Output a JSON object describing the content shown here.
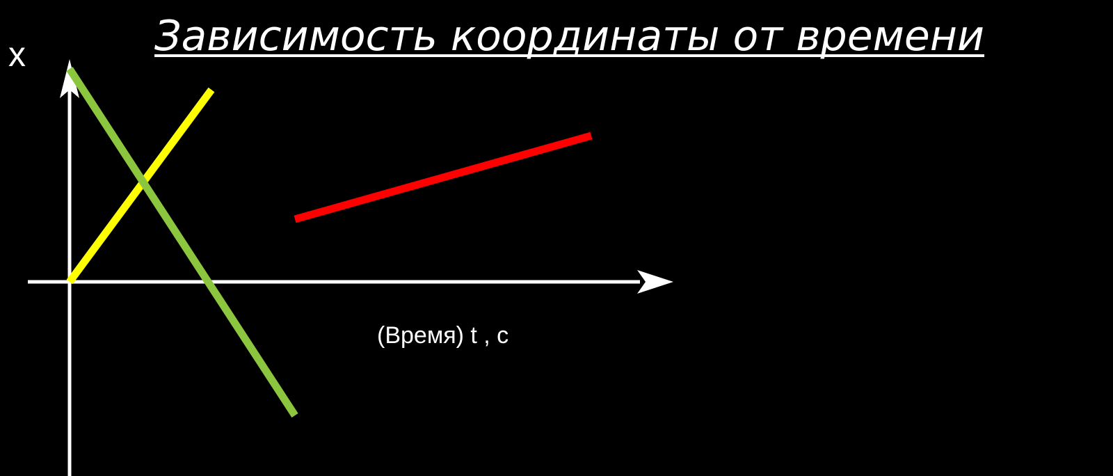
{
  "chart_data": {
    "type": "line",
    "title": "Зависимость координаты от времени",
    "xlabel": "(Время) t , с",
    "ylabel": "x",
    "grid": false,
    "legend": "none",
    "xlim": [
      -1,
      13
    ],
    "ylim": [
      -4.3,
      5.5
    ],
    "series": [
      {
        "color": "#ffff00",
        "x": [
          0,
          3.4
        ],
        "y": [
          0,
          4.6
        ]
      },
      {
        "color": "#8cc63f",
        "x": [
          0,
          5.4
        ],
        "y": [
          5.1,
          -3.2
        ]
      },
      {
        "color": "#ff0000",
        "x": [
          5.4,
          12.5
        ],
        "y": [
          1.5,
          3.5
        ]
      }
    ]
  },
  "colors": {
    "background": "#000000",
    "axes": "#ffffff"
  }
}
